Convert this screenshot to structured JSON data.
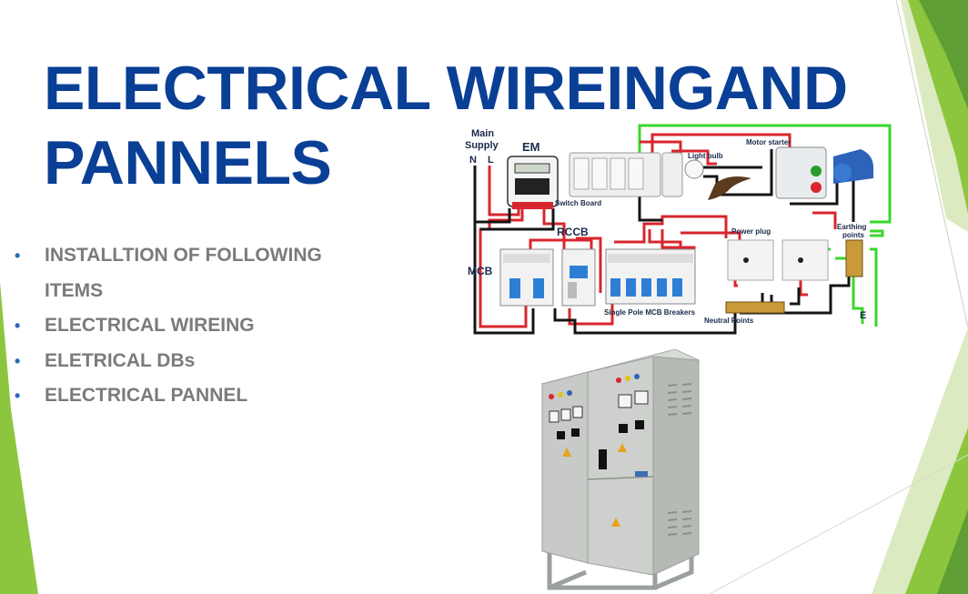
{
  "slide": {
    "title_lines": [
      "ELECTRICAL WIREINGAND",
      "PANNELS"
    ],
    "bullets": [
      {
        "text": "INSTALLTION OF FOLLOWING",
        "continuation": "ITEMS"
      },
      {
        "text": "ELECTRICAL WIREING"
      },
      {
        "text": "ELETRICAL DBs"
      },
      {
        "text": "ELECTRICAL PANNEL"
      }
    ],
    "bullet_symbol": "•"
  },
  "wiring_diagram": {
    "main_supply": "Main Supply",
    "main_supply_line1": "Main",
    "main_supply_line2": "Supply",
    "neutral": "N",
    "live": "L",
    "energy_meter": "EM",
    "switch_board": "Switch Board",
    "light_bulb": "Light bulb",
    "motor_starter": "Motor starter",
    "rccb": "RCCB",
    "mcb": "MCB",
    "power_plug": "Power plug",
    "earthing_points_line1": "Earthing",
    "earthing_points_line2": "points",
    "single_pole_mcb": "Single Pole MCB Breakers",
    "neutral_points": "Neutral Points",
    "earth": "E"
  },
  "colors": {
    "title": "#0a3f96",
    "bullet_text": "#7b7b7b",
    "bullet_dot": "#2a6ab5",
    "accent_green_light": "#c6df8c",
    "accent_green_mid": "#8cc63e",
    "accent_green_dark": "#5f9e35",
    "wire_red": "#d8262e",
    "wire_black": "#141414",
    "wire_green": "#38d72b"
  },
  "icons": [
    "panel-cabinet-image",
    "wiring-diagram-image"
  ]
}
